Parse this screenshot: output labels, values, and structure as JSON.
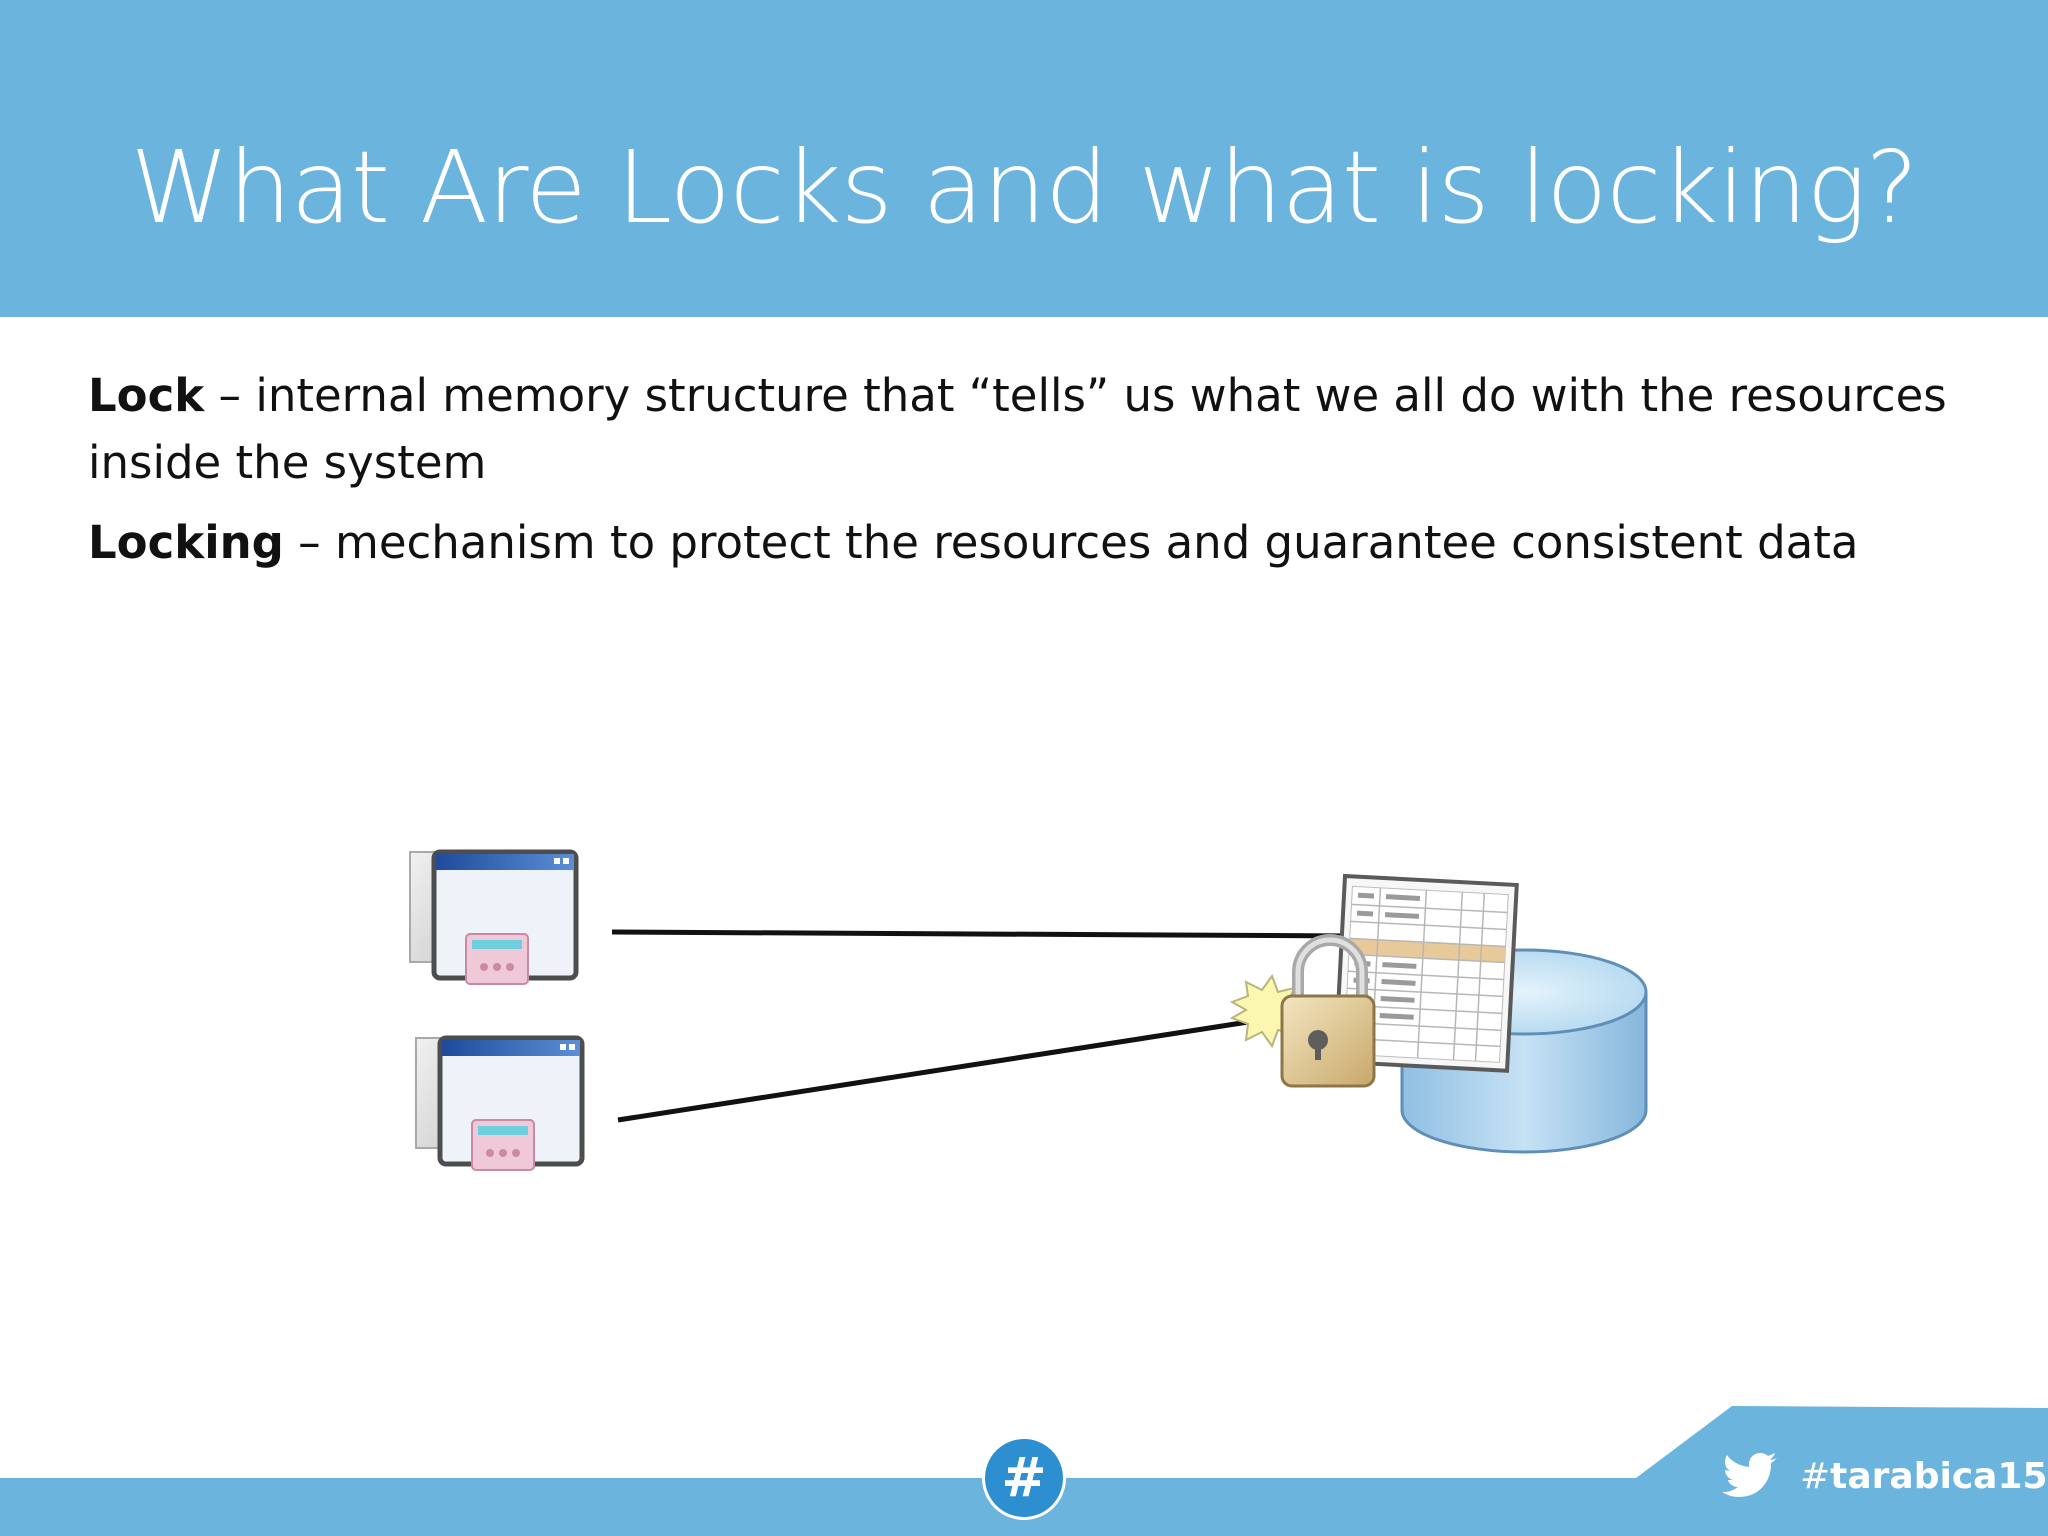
{
  "slide": {
    "title": "What Are Locks and what is locking?",
    "definitions": [
      {
        "term": "Lock",
        "separator": " – ",
        "text": "internal memory structure that “tells” us what we all do with the resources inside the system"
      },
      {
        "term": "Locking",
        "separator": " – ",
        "text": "mechanism to protect the resources and guarantee consistent data"
      }
    ]
  },
  "footer": {
    "badge_symbol": "#",
    "hashtag_prefix": "#",
    "hashtag_word": "tarabica15"
  },
  "icons": {
    "client_app_1": "application-window-icon",
    "client_app_2": "application-window-icon",
    "lock": "padlock-icon",
    "database": "database-table-icon",
    "twitter": "twitter-bird-icon"
  },
  "colors": {
    "brand_blue": "#6bb4de",
    "badge_blue": "#2e8fd0",
    "highlight_row": "#e7c99a",
    "database_blue": "#b6d9f0"
  }
}
